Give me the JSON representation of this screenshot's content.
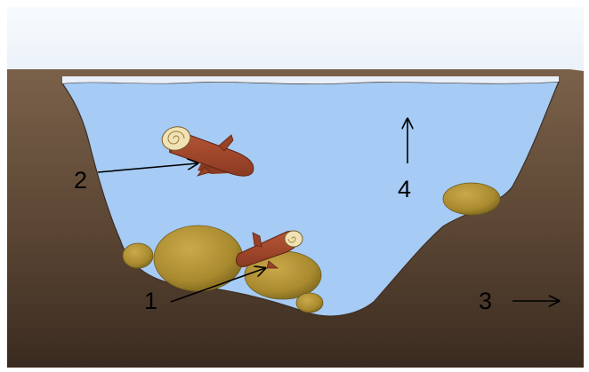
{
  "labels": {
    "one": "1",
    "two": "2",
    "three": "3",
    "four": "4"
  },
  "colors": {
    "sky": "#f5f8fb",
    "ice": "#eaf1f8",
    "water": "#a6cbf4",
    "soil": "#6b533e",
    "soil_dark": "#3e2e22",
    "boulder": "#ad8f32",
    "boulder_dark": "#7d6720",
    "log": "#a84a2c",
    "log_end": "#f0e2b4",
    "arrow": "#000000"
  }
}
